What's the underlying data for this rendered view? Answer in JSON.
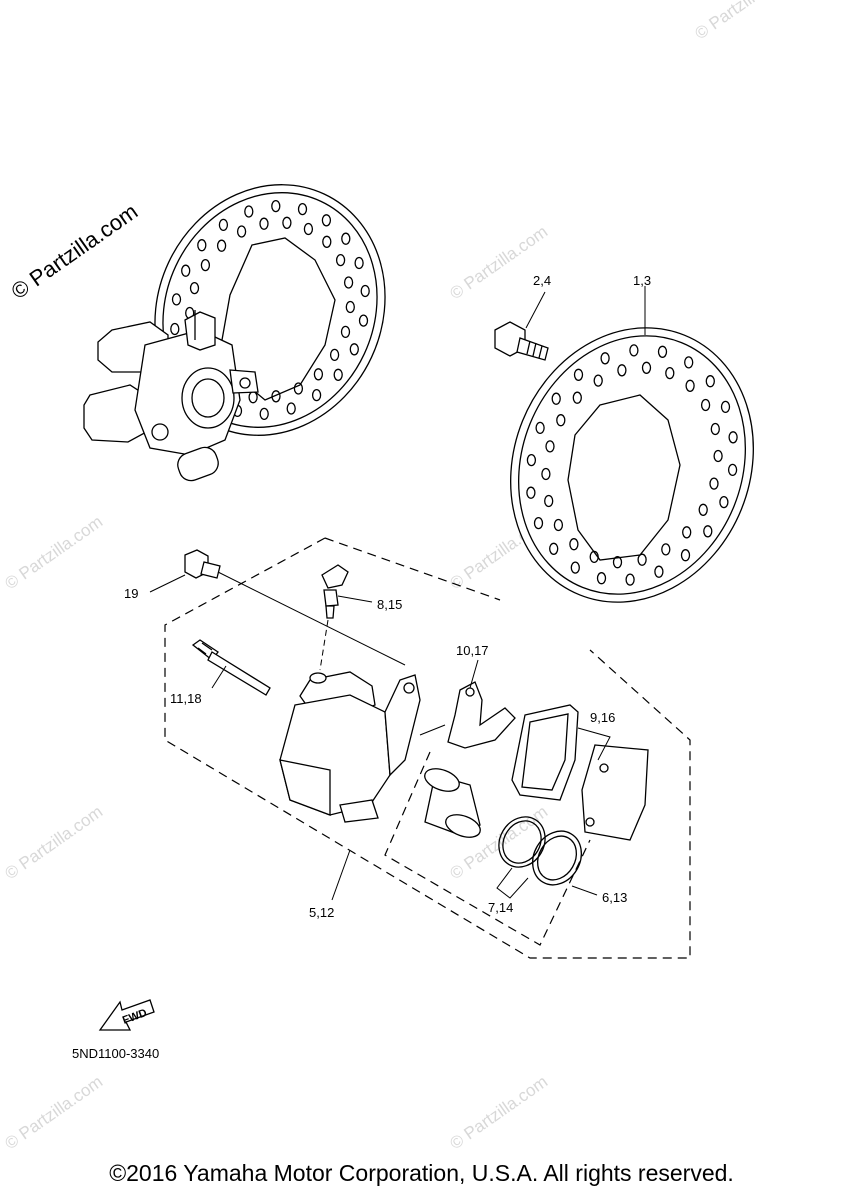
{
  "watermark": {
    "main": "© Partzilla.com",
    "faint": "© Partzilla.com"
  },
  "callouts": {
    "c1": "1,3",
    "c2": "2,4",
    "c19": "19",
    "c8": "8,15",
    "c10": "10,17",
    "c11": "11,18",
    "c9": "9,16",
    "c5": "5,12",
    "c7": "7,14",
    "c6": "6,13"
  },
  "fwd_label": "FWD",
  "diagram_code": "5ND1100-3340",
  "copyright": "©2016 Yamaha Motor Corporation, U.S.A. All rights reserved."
}
